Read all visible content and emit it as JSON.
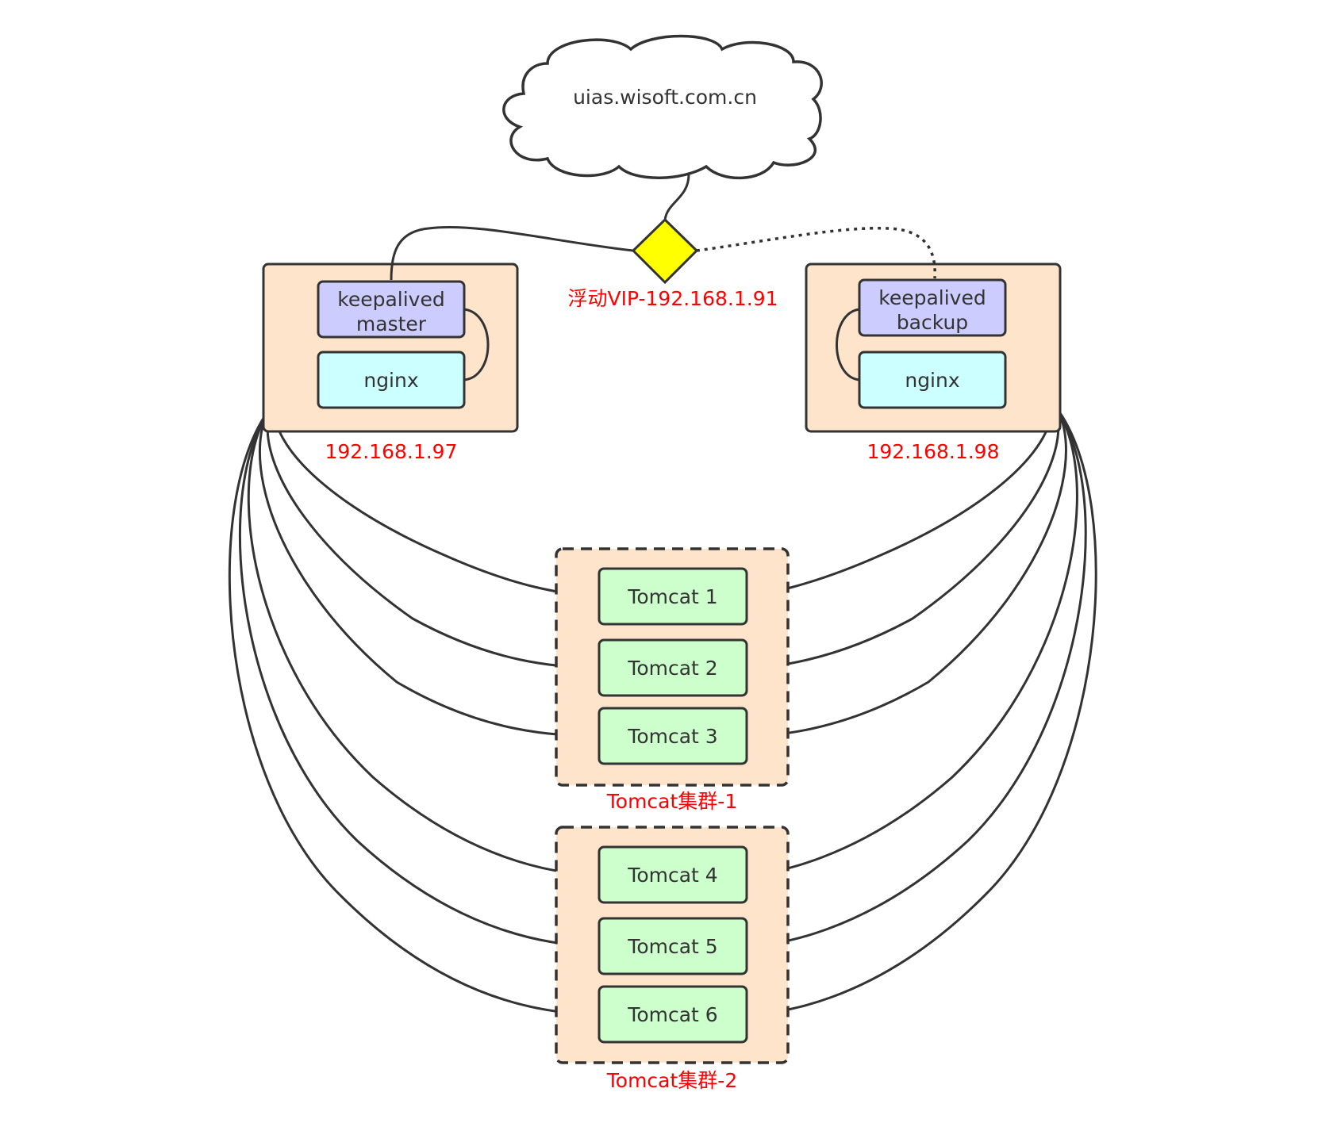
{
  "domain_name": "uias.wisoft.com.cn",
  "vip_label": "浮动VIP-192.168.1.91",
  "servers": [
    {
      "keepalived_line1": "keepalived",
      "keepalived_line2": "master",
      "nginx": "nginx",
      "ip": "192.168.1.97"
    },
    {
      "keepalived_line1": "keepalived",
      "keepalived_line2": "backup",
      "nginx": "nginx",
      "ip": "192.168.1.98"
    }
  ],
  "clusters": [
    {
      "label": "Tomcat集群-1",
      "nodes": [
        "Tomcat 1",
        "Tomcat 2",
        "Tomcat 3"
      ]
    },
    {
      "label": "Tomcat集群-2",
      "nodes": [
        "Tomcat 4",
        "Tomcat 5",
        "Tomcat 6"
      ]
    }
  ],
  "colors": {
    "server_bg": "#FFE4CC",
    "keepalived": "#CCCCFF",
    "nginx": "#CCFFFF",
    "tomcat": "#CCFFCC",
    "vip": "#FFFF00",
    "label_red": "#FF0000",
    "stroke": "#333333"
  }
}
